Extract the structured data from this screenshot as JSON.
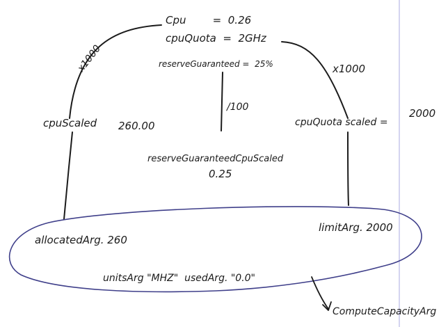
{
  "colors": {
    "ink": "#1b1b1b",
    "ellipse_ink": "#3f3f8a",
    "margin_line": "#b7b7e6",
    "background": "#ffffff"
  },
  "top_block": {
    "cpu_line": "Cpu        =  0.26",
    "cpu_quota_line": "cpuQuota  =  2GHz",
    "reserve_guaranteed_line": "reserveGuaranteed =  25%"
  },
  "arrows": {
    "left_scale": "x1000",
    "right_scale": "x1000",
    "center_scale": "/100"
  },
  "middle": {
    "cpu_scaled": "cpuScaled",
    "cpu_scaled_value": "260.00",
    "cpu_quota_scaled": "cpuQuota scaled =",
    "cpu_quota_scaled_value": "2000",
    "reserve_guaranteed_cpu_scaled": "reserveGuaranteedCpuScaled",
    "reserve_guaranteed_cpu_scaled_value": "0.25"
  },
  "ellipse": {
    "allocated_arg": "allocatedArg. 260",
    "limit_arg": "limitArg. 2000",
    "units_arg": "unitsArg \"MHZ\"  usedArg. \"0.0\""
  },
  "output": {
    "label": "ComputeCapacityArg"
  }
}
